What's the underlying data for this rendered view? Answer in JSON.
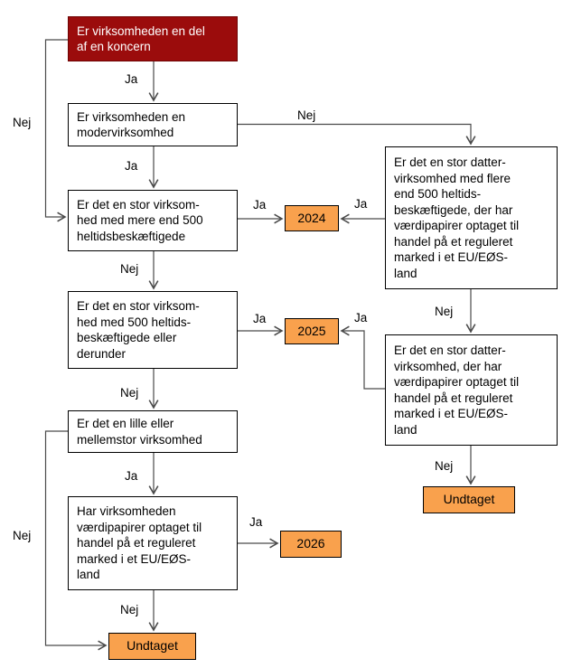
{
  "flowchart": {
    "nodes": {
      "q1": {
        "text": "Er virksomheden en del\naf en koncern",
        "type": "start"
      },
      "q2": {
        "text": "Er virksomheden en\nmodervirksomhed",
        "type": "question"
      },
      "q3": {
        "text": "Er det en stor virksom-\nhed med mere end 500\nheltidsbeskæftigede",
        "type": "question"
      },
      "q4": {
        "text": "Er det en stor virksom-\nhed med 500 heltids-\nbeskæftigede eller\nderunder",
        "type": "question"
      },
      "q5": {
        "text": "Er det en lille eller\nmellemstor virksomhed",
        "type": "question"
      },
      "q6": {
        "text": "Har virksomheden\nværdipapirer optaget til\nhandel på et reguleret\nmarked i et EU/EØS-\nland",
        "type": "question"
      },
      "r1": {
        "text": "Er det en stor datter-\nvirksomhed med flere\nend 500 heltids-\nbeskæftigede, der har\nværdipapirer optaget til\nhandel på et reguleret\nmarked i et EU/EØS-\nland",
        "type": "question"
      },
      "r2": {
        "text": "Er det en stor datter-\nvirksomhed, der har\nværdipapirer optaget til\nhandel på et reguleret\nmarked i et EU/EØS-\nland",
        "type": "question"
      },
      "y2024": {
        "text": "2024",
        "type": "result"
      },
      "y2025": {
        "text": "2025",
        "type": "result"
      },
      "y2026": {
        "text": "2026",
        "type": "result"
      },
      "exempt_left": {
        "text": "Undtaget",
        "type": "result"
      },
      "exempt_right": {
        "text": "Undtaget",
        "type": "result"
      }
    },
    "edge_labels": {
      "q1_q2": "Ja",
      "q1_q3": "Nej",
      "q2_q3": "Ja",
      "q2_r1": "Nej",
      "q3_2024": "Ja",
      "r1_2024": "Ja",
      "q3_q4": "Nej",
      "q4_2025": "Ja",
      "r2_2025": "Ja",
      "q4_q5": "Nej",
      "r1_r2": "Nej",
      "q5_q6": "Ja",
      "q5_exempt": "Nej",
      "q6_2026": "Ja",
      "q6_exempt": "Nej",
      "r2_exempt": "Nej"
    },
    "colors": {
      "start_node_fill": "#9B0C0C",
      "start_node_text": "#FFFFFF",
      "result_node_fill": "#F9A14D",
      "question_node_fill": "#FFFFFF",
      "node_border": "#000000",
      "connector": "#4A4A4A",
      "label_text": "#000000",
      "background": "#FFFFFF"
    }
  }
}
